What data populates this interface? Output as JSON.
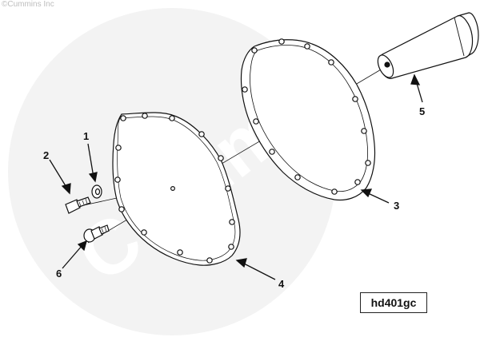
{
  "watermark": {
    "copyright": "©Cummins Inc",
    "logo_text": "Cummins"
  },
  "parts": [
    {
      "id": "1",
      "label": "1",
      "name": "washer"
    },
    {
      "id": "2",
      "label": "2",
      "name": "capscrew"
    },
    {
      "id": "3",
      "label": "3",
      "name": "gasket"
    },
    {
      "id": "4",
      "label": "4",
      "name": "cover-plate"
    },
    {
      "id": "5",
      "label": "5",
      "name": "cylindrical-insert"
    },
    {
      "id": "6",
      "label": "6",
      "name": "plug"
    }
  ],
  "figure_id": "hd401gc",
  "colors": {
    "line": "#111111",
    "watermark": "#efefef",
    "text": "#111111"
  }
}
